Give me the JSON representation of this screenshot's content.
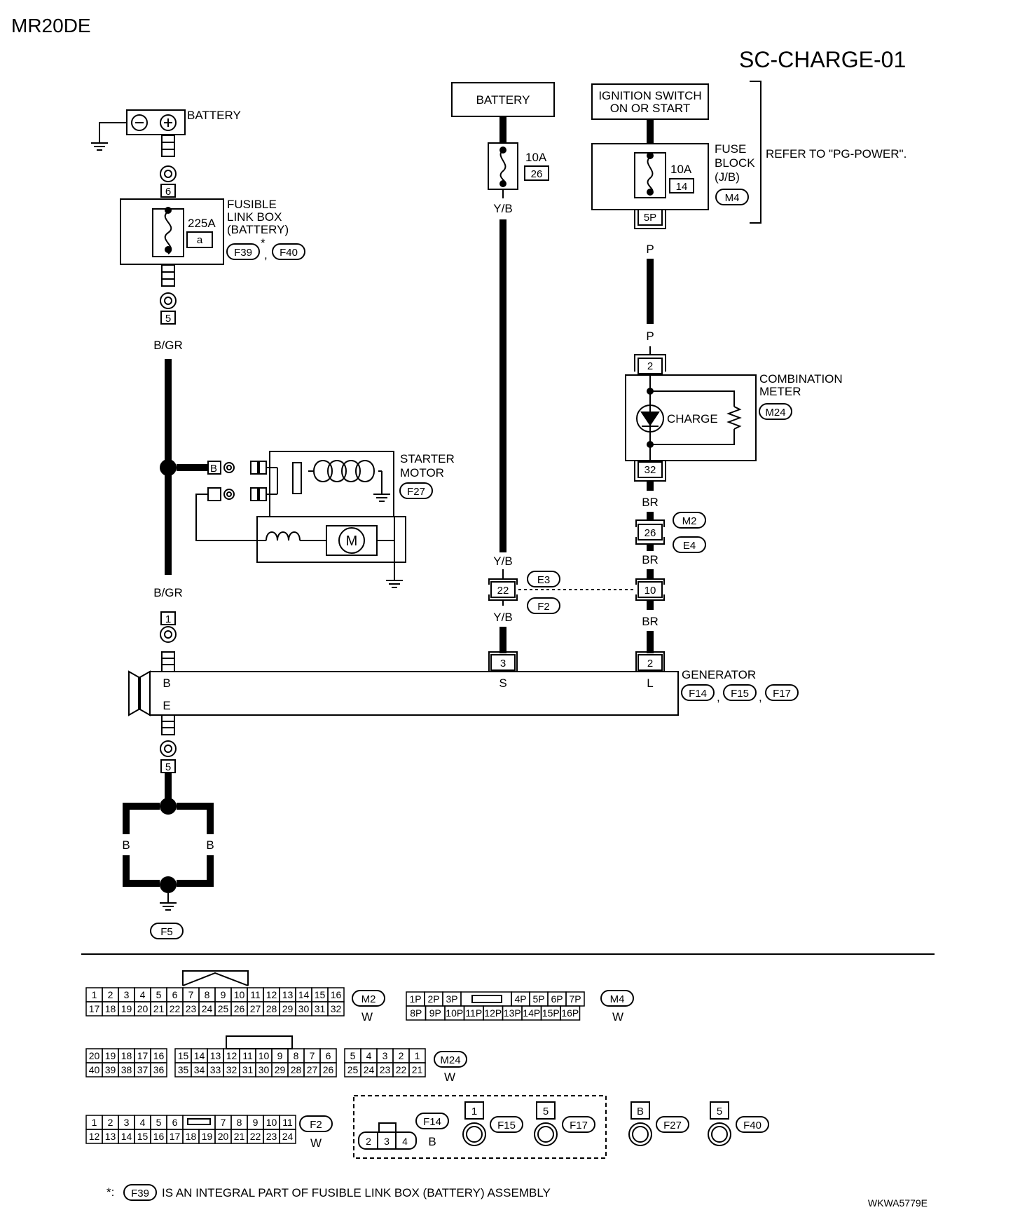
{
  "header": {
    "engine": "MR20DE",
    "diagram_id": "SC-CHARGE-01",
    "code": "WKWA5779E"
  },
  "battery_left": {
    "label": "BATTERY",
    "minus": "−",
    "plus": "+"
  },
  "fusible_link": {
    "line1": "FUSIBLE",
    "line2": "LINK BOX",
    "line3": "(BATTERY)",
    "amp": "225A",
    "id": "a",
    "conn1": "F39",
    "star": "*",
    "comma": ",",
    "conn2": "F40",
    "pin_in": "6",
    "pin_out": "5"
  },
  "wire_bgr": {
    "color_top": "B/GR",
    "color_bottom": "B/GR",
    "pin_gen": "1"
  },
  "starter": {
    "line1": "STARTER",
    "line2": "MOTOR",
    "conn": "F27",
    "term": "B",
    "motor": "M"
  },
  "battery_mid": {
    "label": "BATTERY",
    "amp": "10A",
    "fuse": "26",
    "color_top": "Y/B",
    "color_mid": "Y/B",
    "color_bot": "Y/B"
  },
  "ignition": {
    "line1": "IGNITION SWITCH",
    "line2": "ON OR START",
    "amp": "10A",
    "fuse": "14",
    "pin": "5P",
    "color_top": "P",
    "color_bot": "P"
  },
  "fuse_block": {
    "line1": "FUSE",
    "line2": "BLOCK",
    "line3": "(J/B)",
    "conn": "M4",
    "refer": "REFER TO \"PG-POWER\"."
  },
  "meter": {
    "line1": "COMBINATION",
    "line2": "METER",
    "conn": "M24",
    "lamp": "CHARGE",
    "pin_in": "2",
    "pin_out": "32",
    "color_out": "BR"
  },
  "joint1": {
    "pin": "26",
    "conn_a": "M2",
    "conn_b": "E4",
    "color": "BR"
  },
  "joint2": {
    "pin_s": "22",
    "pin_l": "10",
    "conn_a": "E3",
    "conn_b": "F2",
    "color_l": "BR"
  },
  "generator": {
    "label": "GENERATOR",
    "conn1": "F14",
    "conn2": "F15",
    "conn3": "F17",
    "sep": ",",
    "pin_s": "3",
    "pin_l": "2",
    "term_b": "B",
    "term_e": "E",
    "term_s": "S",
    "term_l": "L"
  },
  "ground": {
    "pin": "5",
    "color_left": "B",
    "color_right": "B",
    "conn": "F5"
  },
  "connectors": {
    "m2": {
      "id": "M2",
      "color": "W",
      "row1": [
        "1",
        "2",
        "3",
        "4",
        "5",
        "6",
        "7",
        "8",
        "9",
        "10",
        "11",
        "12",
        "13",
        "14",
        "15",
        "16"
      ],
      "row2": [
        "17",
        "18",
        "19",
        "20",
        "21",
        "22",
        "23",
        "24",
        "25",
        "26",
        "27",
        "28",
        "29",
        "30",
        "31",
        "32"
      ]
    },
    "m4": {
      "id": "M4",
      "color": "W",
      "row1": [
        "1P",
        "2P",
        "3P",
        "4P",
        "5P",
        "6P",
        "7P"
      ],
      "row2": [
        "8P",
        "9P",
        "10P",
        "11P",
        "12P",
        "13P",
        "14P",
        "15P",
        "16P"
      ]
    },
    "m24": {
      "id": "M24",
      "color": "W",
      "row1": [
        "20",
        "19",
        "18",
        "17",
        "16",
        "15",
        "14",
        "13",
        "12",
        "11",
        "10",
        "9",
        "8",
        "7",
        "6",
        "5",
        "4",
        "3",
        "2",
        "1"
      ],
      "row2": [
        "40",
        "39",
        "38",
        "37",
        "36",
        "35",
        "34",
        "33",
        "32",
        "31",
        "30",
        "29",
        "28",
        "27",
        "26",
        "25",
        "24",
        "23",
        "22",
        "21"
      ]
    },
    "f2": {
      "id": "F2",
      "color": "W",
      "row1": [
        "1",
        "2",
        "3",
        "4",
        "5",
        "6",
        "7",
        "8",
        "9",
        "10",
        "11"
      ],
      "row2": [
        "12",
        "13",
        "14",
        "15",
        "16",
        "17",
        "18",
        "19",
        "20",
        "21",
        "22",
        "23",
        "24"
      ]
    },
    "f14": {
      "id": "F14",
      "color": "B",
      "pins": [
        "2",
        "3",
        "4"
      ]
    },
    "f15": {
      "id": "F15",
      "pin": "1"
    },
    "f17": {
      "id": "F17",
      "pin": "5"
    },
    "f27": {
      "id": "F27",
      "pin": "B"
    },
    "f40": {
      "id": "F40",
      "pin": "5"
    }
  },
  "footnote": {
    "star": "*:",
    "conn": "F39",
    "text": "IS AN INTEGRAL PART OF FUSIBLE LINK BOX (BATTERY) ASSEMBLY"
  }
}
